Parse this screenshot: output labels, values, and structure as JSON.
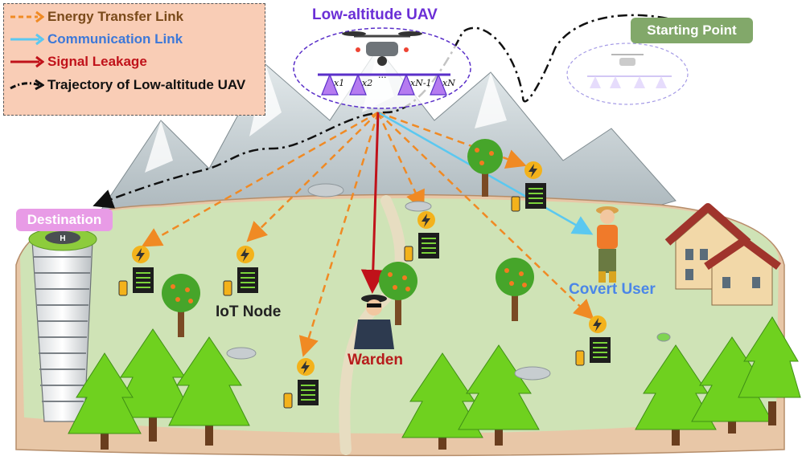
{
  "legend": {
    "energy": "Energy Transfer Link",
    "communication": "Communication Link",
    "leakage": "Signal Leakage",
    "trajectory": "Trajectory of Low-altitude UAV"
  },
  "labels": {
    "uav": "Low-altitude UAV",
    "starting_point": "Starting Point",
    "destination": "Destination",
    "iot_node": "IoT Node",
    "warden": "Warden",
    "covert_user": "Covert User"
  },
  "antennas": [
    "x1",
    "x2",
    "···",
    "xN-1",
    "xN"
  ],
  "colors": {
    "energy": "#f08a24",
    "communication": "#5bc8f0",
    "leakage": "#c0121a",
    "trajectory": "#111111",
    "uav_label": "#6b2fd6",
    "covert_user": "#4a86e8",
    "warden": "#b71c1c",
    "starting_point_bg": "#82a86a",
    "destination_bg": "#e89be6"
  }
}
